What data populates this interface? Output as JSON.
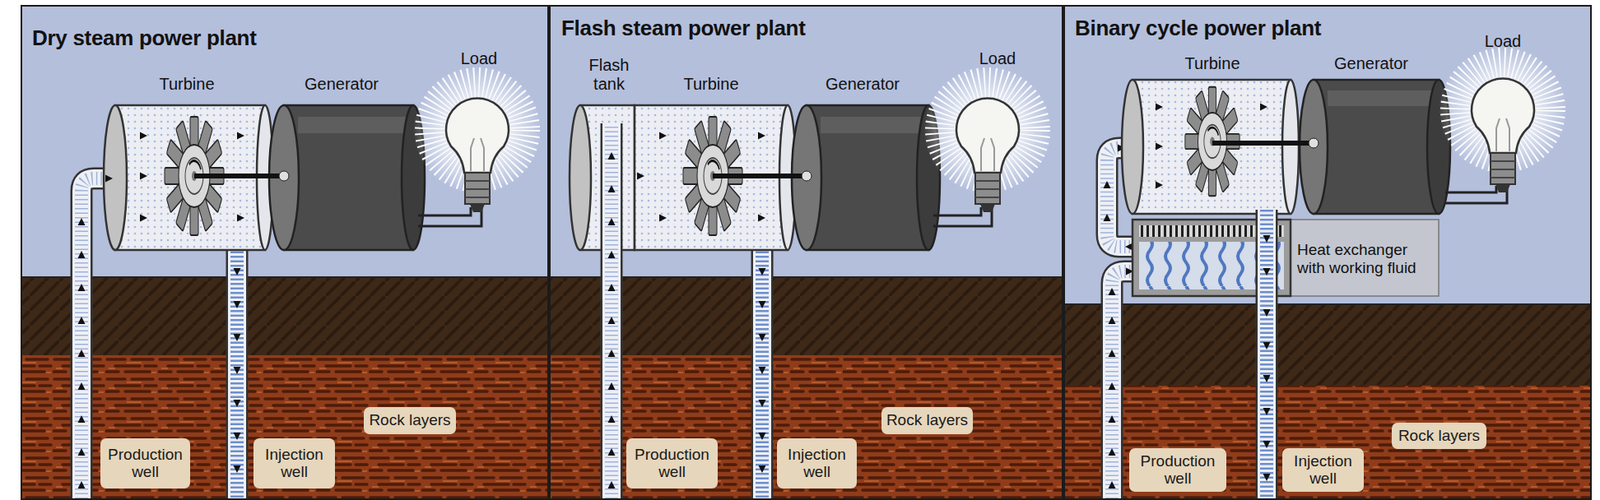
{
  "diagram": {
    "nodes": [
      {
        "text": [
          "Dry steam power plant"
        ]
      },
      {
        "text": [
          "Production well"
        ],
        "in": 0
      },
      {
        "text": [
          "Injection well"
        ],
        "in": 0
      },
      {
        "text": [
          "Rock layers"
        ],
        "in": 0
      },
      {
        "text": [
          "Flash steam power plant"
        ]
      },
      {
        "text": [
          "Production well"
        ],
        "in": 4
      },
      {
        "text": [
          "Injection well"
        ],
        "in": 4
      },
      {
        "text": [
          "Rock layers"
        ],
        "in": 4
      },
      {
        "text": [
          "Binary cycle power plant"
        ]
      },
      {
        "text": [
          "Rock layers"
        ],
        "in": 8
      },
      {
        "text": [
          "Production well"
        ],
        "in": 8
      },
      {
        "text": [
          "Injection well"
        ],
        "in": 8
      }
    ],
    "labels": [
      "Turbine",
      "Generator",
      "Load",
      "Flash tank",
      "Turbine",
      "Generator",
      "Load",
      "Turbine",
      "Generator",
      "Load",
      "Heat exchanger with working fluid"
    ]
  }
}
